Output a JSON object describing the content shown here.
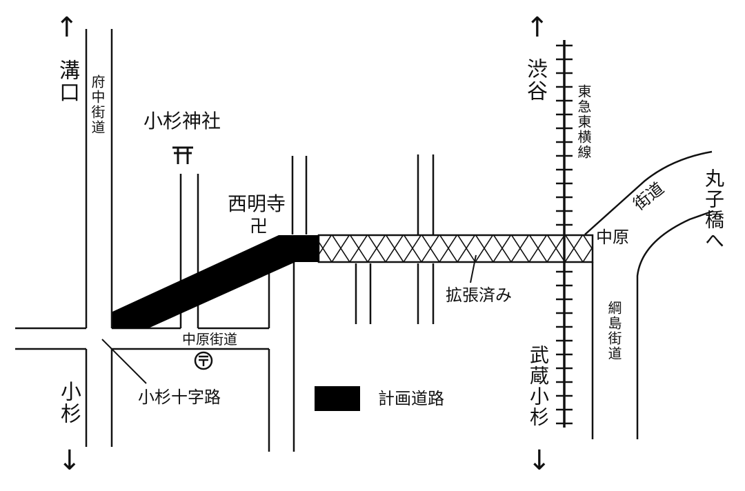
{
  "labels": {
    "mizonokuchi": "溝口",
    "fuchu_kaido": "府中街道",
    "kosugi_jinja": "小杉神社",
    "saimyoji": "西明寺",
    "manji_symbol": "卍",
    "shibuya": "渋谷",
    "tokyu_toyoko_line": "東急東横線",
    "maruko_bashi": "丸子橋へ",
    "nakahara_kaido_right_1": "中原",
    "nakahara_kaido_right_2": "街道",
    "nakahara_kaido_bottom": "中原街道",
    "kakucho_zumi": "拡張済み",
    "tsunashima_kaido": "綱島街道",
    "musashi_kosugi": "武蔵小杉",
    "kosugi_jujiro": "小杉十字路",
    "kosugi": "小杉",
    "legend_planned_road": "計画道路"
  },
  "symbols": {
    "shrine": "shrine-gate-icon",
    "temple": "manji-temple-icon",
    "post_office": "post-office-icon",
    "arrow_up": "↑",
    "arrow_down": "↓"
  },
  "colors": {
    "road_line": "#111111",
    "planned_road_fill": "#000000",
    "expanded_road_hatch": "#111111",
    "background": "#ffffff"
  }
}
